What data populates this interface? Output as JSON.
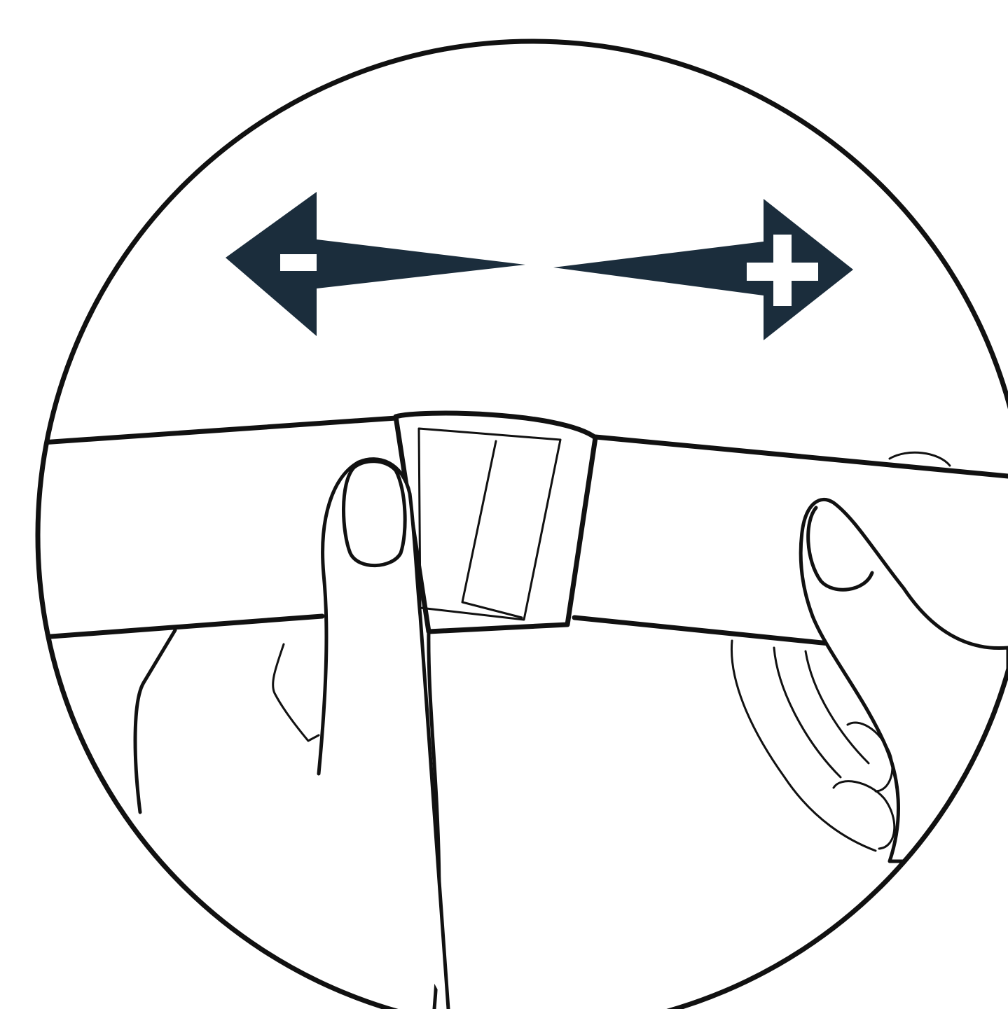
{
  "illustration": {
    "subject": "strap-adjustment",
    "colors": {
      "background": "#ffffff",
      "line": "#111111",
      "arrow_fill": "#1b2d3c",
      "symbol": "#ffffff"
    },
    "arrows": [
      {
        "direction": "left",
        "meaning": "decrease",
        "symbol": "-"
      },
      {
        "direction": "right",
        "meaning": "increase",
        "symbol": "+"
      }
    ],
    "icons": [
      "minus-icon",
      "plus-icon"
    ]
  }
}
